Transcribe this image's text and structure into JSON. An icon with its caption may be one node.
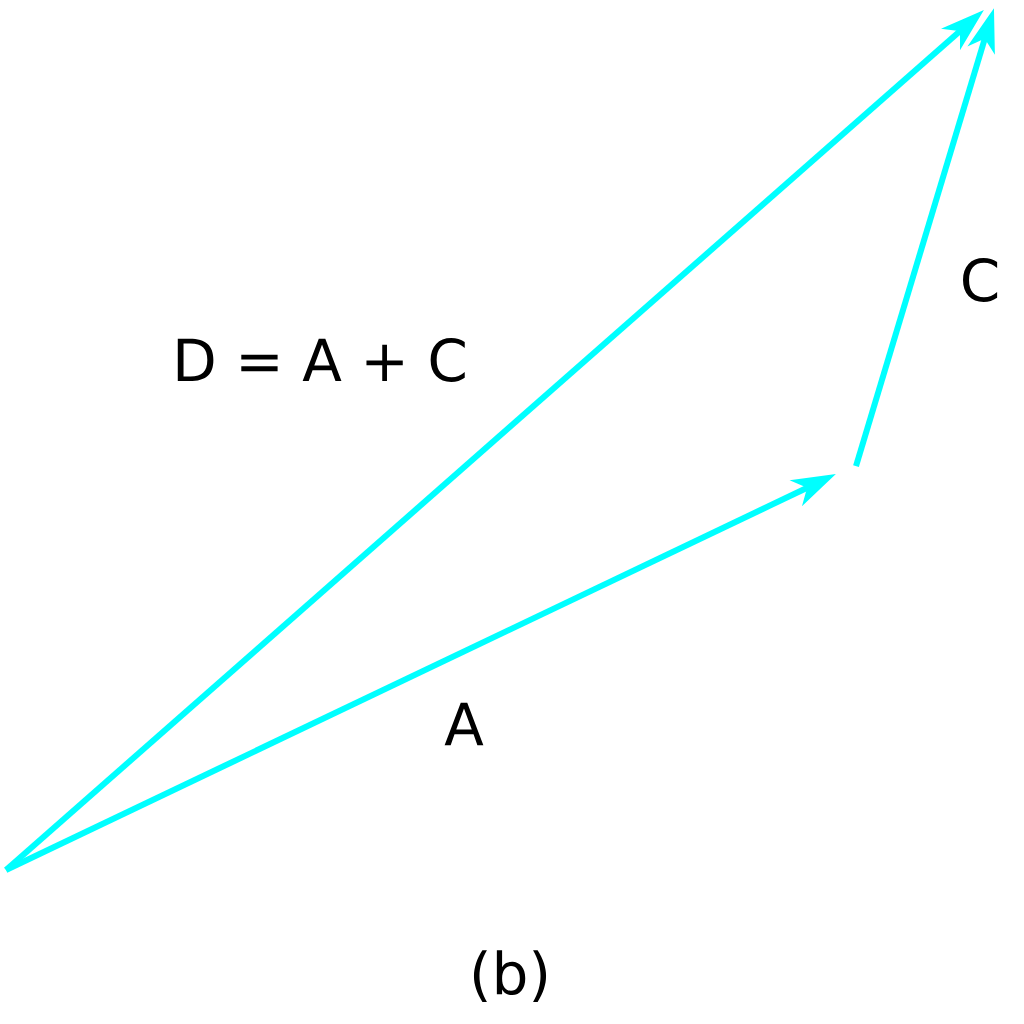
{
  "diagram": {
    "labels": [
      "D = A + C",
      "C",
      "A",
      "(b)"
    ]
  }
}
